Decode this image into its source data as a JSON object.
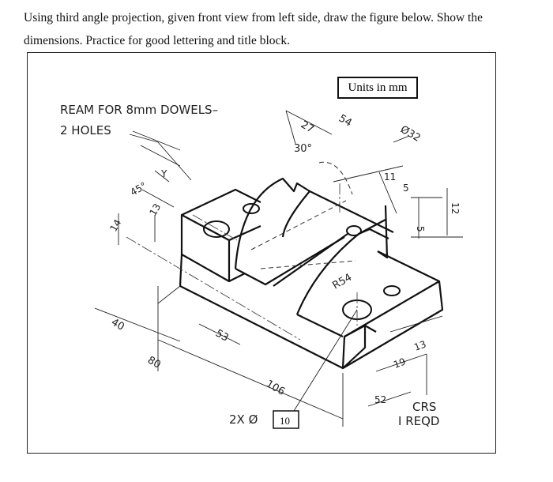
{
  "instructions": "Using third angle projection, given front view from left side, draw the figure below. Show the dimensions. Practice for good lettering and title block.",
  "units_label": "Units in mm",
  "notes": {
    "ream_line1": "REAM FOR 8mm DOWELS–",
    "ream_line2": "2 HOLES",
    "hole_prefix": "2X Ø",
    "hole_value": "10",
    "crs_line1": "CRS",
    "crs_line2": "I REQD"
  },
  "dimensions": {
    "d27": "27",
    "d54": "54",
    "d30": "30°",
    "d32": "Ø32",
    "d11": "11",
    "d5": "5",
    "d5b": "5",
    "d12": "12",
    "d45": "45°",
    "d13": "13",
    "d14": "14",
    "dY": "Y",
    "dR54": "R54",
    "d40": "40",
    "d53": "53",
    "d80": "80",
    "d106": "106",
    "d19": "19",
    "d13b": "13",
    "d52": "52"
  }
}
